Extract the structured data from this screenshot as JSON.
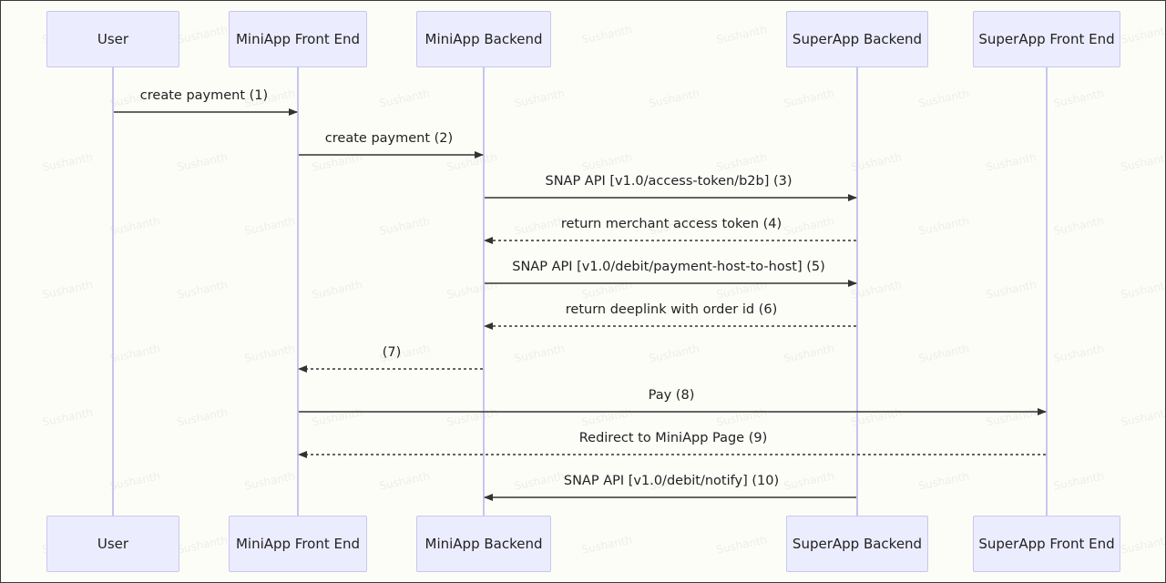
{
  "participants": [
    {
      "id": "user",
      "label": "User"
    },
    {
      "id": "miniapp_fe",
      "label": "MiniApp Front End"
    },
    {
      "id": "miniapp_be",
      "label": "MiniApp Backend"
    },
    {
      "id": "superapp_be",
      "label": "SuperApp Backend"
    },
    {
      "id": "superapp_fe",
      "label": "SuperApp Front End"
    }
  ],
  "messages": [
    {
      "from": "user",
      "to": "miniapp_fe",
      "label": "create payment (1)",
      "style": "solid"
    },
    {
      "from": "miniapp_fe",
      "to": "miniapp_be",
      "label": "create payment (2)",
      "style": "solid"
    },
    {
      "from": "miniapp_be",
      "to": "superapp_be",
      "label": "SNAP API [v1.0/access-token/b2b] (3)",
      "style": "solid"
    },
    {
      "from": "superapp_be",
      "to": "miniapp_be",
      "label": "return merchant access token (4)",
      "style": "dashed"
    },
    {
      "from": "miniapp_be",
      "to": "superapp_be",
      "label": "SNAP API [v1.0/debit/payment-host-to-host] (5)",
      "style": "solid"
    },
    {
      "from": "superapp_be",
      "to": "miniapp_be",
      "label": "return deeplink with order id (6)",
      "style": "dashed"
    },
    {
      "from": "miniapp_be",
      "to": "miniapp_fe",
      "label": "(7)",
      "style": "dashed"
    },
    {
      "from": "miniapp_fe",
      "to": "superapp_fe",
      "label": "Pay (8)",
      "style": "solid"
    },
    {
      "from": "superapp_fe",
      "to": "miniapp_fe",
      "label": "Redirect to MiniApp Page (9)",
      "style": "dashed"
    },
    {
      "from": "superapp_be",
      "to": "miniapp_be",
      "label": "SNAP API [v1.0/debit/notify] (10)",
      "style": "solid"
    }
  ],
  "watermark": "Sushanth",
  "colors": {
    "box_fill": "#ececff",
    "box_border": "#c7c7f0",
    "lifeline": "#c8c4ee",
    "arrow": "#333333"
  }
}
